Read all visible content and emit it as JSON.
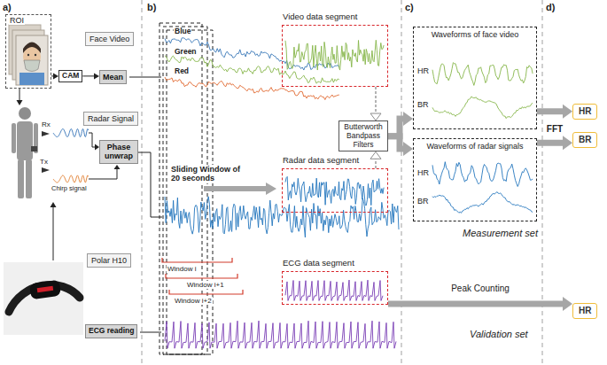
{
  "diagram": {
    "nodes": [
      {
        "text": [
          "ROI"
        ]
      },
      {
        "text": [
          "Face Video"
        ]
      },
      {
        "text": [
          "CAM"
        ]
      },
      {
        "text": [
          "Mean"
        ]
      },
      {
        "text": [
          "Radar Signal"
        ]
      },
      {
        "text": [
          "Phase unwrap"
        ]
      },
      {
        "text": [
          "Polar H10"
        ]
      },
      {
        "text": [
          "ECG reading"
        ]
      },
      {
        "text": [
          "Video data segment"
        ]
      },
      {
        "text": [
          "Butterworth Bandpass Filters"
        ]
      },
      {
        "text": [
          "Radar data segment"
        ]
      },
      {
        "text": [
          "ECG data segment"
        ]
      },
      {
        "text": [
          "Waveforms of face video",
          "HR",
          "BR"
        ]
      },
      {
        "text": [
          "Waveforms of radar signals",
          "HR",
          "BR"
        ]
      },
      {
        "text": [
          "HR"
        ]
      },
      {
        "text": [
          "BR"
        ]
      },
      {
        "text": [
          "HR"
        ]
      }
    ],
    "edges": [
      {
        "from": 0,
        "to": 2,
        "arrow": "to"
      },
      {
        "from": 2,
        "to": 3,
        "arrow": "to"
      },
      {
        "from": 8,
        "to": 9,
        "arrow": "to"
      },
      {
        "from": 10,
        "to": 9,
        "arrow": "to"
      },
      {
        "from": 9,
        "to": 12,
        "arrow": "to"
      },
      {
        "from": 9,
        "to": 13,
        "arrow": "to"
      },
      {
        "from": 12,
        "to": 14,
        "arrow": "to"
      },
      {
        "from": 13,
        "to": 15,
        "arrow": "to",
        "label": "FFT"
      },
      {
        "from": 11,
        "to": 16,
        "arrow": "to",
        "label": "Peak Counting"
      }
    ],
    "labels": [
      "a)",
      "b)",
      "c)",
      "d)",
      "Rx",
      "Tx",
      "Chirp signal",
      "Blue",
      "Green",
      "Red",
      "Sliding Window of 20 seconds",
      "Window i",
      "Window i+1",
      "Window i+2",
      "Measurement set",
      "Validation set"
    ]
  }
}
